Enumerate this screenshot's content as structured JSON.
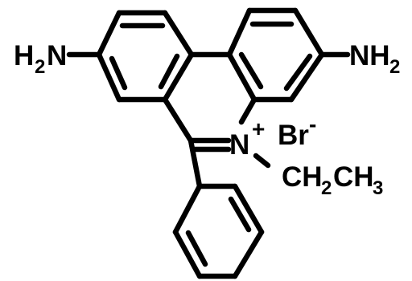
{
  "molecule": {
    "labels": {
      "amine_left": {
        "main": "H",
        "sub": "2",
        "tail": "N"
      },
      "amine_right": {
        "main": "NH",
        "sub": "2"
      },
      "nitrogen": {
        "symbol": "N",
        "charge": "+"
      },
      "counterion": {
        "symbol": "Br",
        "charge": "-"
      },
      "ethyl": {
        "part1": "CH",
        "sub1": "2",
        "part2": "CH",
        "sub2": "3"
      }
    }
  }
}
